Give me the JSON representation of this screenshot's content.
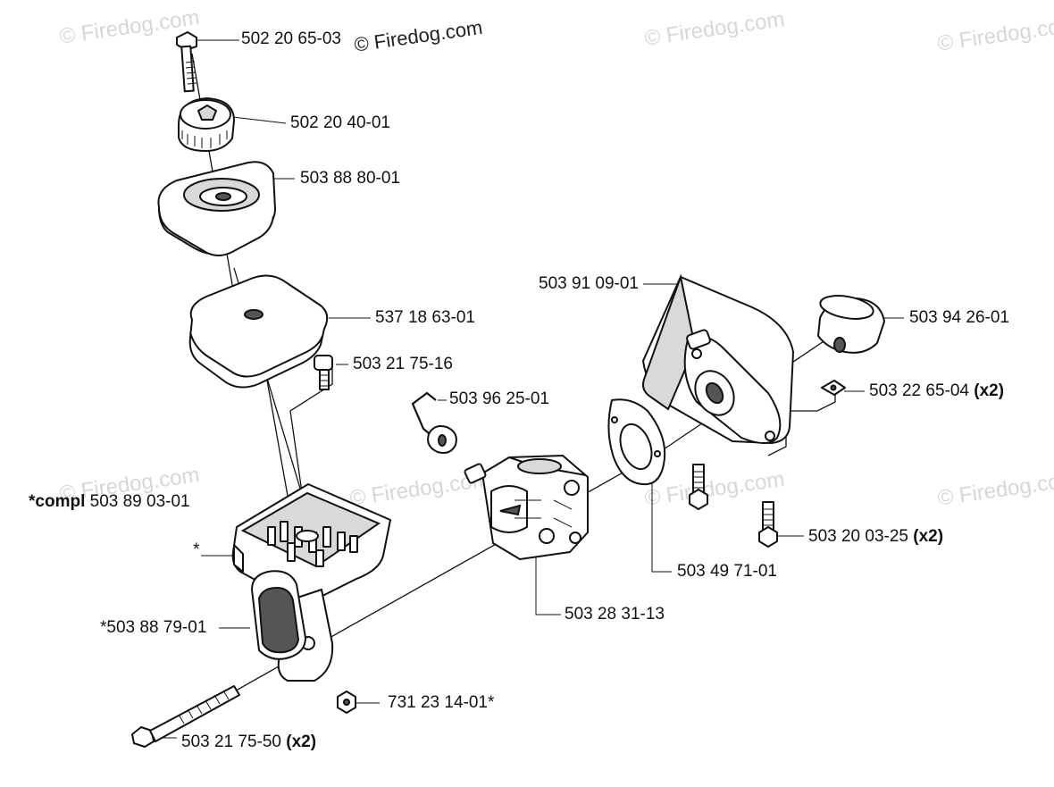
{
  "watermarks": [
    "© Firedog.com",
    "© Firedog.com",
    "© Firedog.com",
    "© Firedog.com",
    "© Firedog.com",
    "© Firedog.com",
    "© Firedog.com",
    "© Firedog.com"
  ],
  "labels": {
    "p_502_20_65_03": "502 20 65-03",
    "p_502_20_40_01": "502 20 40-01",
    "p_503_88_80_01": "503 88 80-01",
    "p_537_18_63_01": "537 18 63-01",
    "p_503_21_75_16": "503 21 75-16",
    "compl_prefix": "*compl",
    "compl_number": "503 89 03-01",
    "asterisk": "*",
    "p_503_88_79_01": "*503 88 79-01",
    "p_731_23_14_01": "731 23 14-01*",
    "p_503_21_75_50": "503 21 75-50",
    "p_503_21_75_50_qty": "(x2)",
    "p_503_96_25_01": "503 96 25-01",
    "p_503_28_31_13": "503 28 31-13",
    "p_503_49_71_01": "503 49 71-01",
    "p_503_91_09_01": "503 91 09-01",
    "p_503_94_26_01": "503 94 26-01",
    "p_503_22_65_04": "503 22 65-04",
    "p_503_22_65_04_qty": "(x2)",
    "p_503_20_03_25": "503 20 03-25",
    "p_503_20_03_25_qty": "(x2)"
  }
}
